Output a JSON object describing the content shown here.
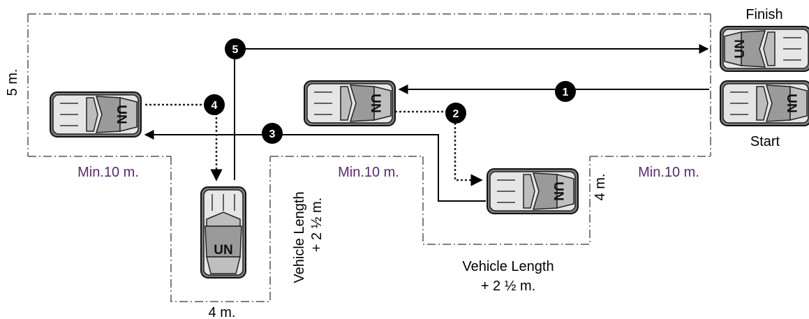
{
  "labels": {
    "finish": "Finish",
    "start": "Start",
    "width_5m": "5 m.",
    "min_10_left": "Min.10 m.",
    "min_10_mid": "Min.10 m.",
    "min_10_right": "Min.10 m.",
    "bay_width_4m": "4 m.",
    "parallel_width_4m": "4 m.",
    "vehicle_length_1": "Vehicle Length",
    "vehicle_length_2": "+ 2 ½  m.",
    "parallel_length_1": "Vehicle Length",
    "parallel_length_2": "+ 2 ½  m."
  },
  "steps": [
    "1",
    "2",
    "3",
    "4",
    "5"
  ],
  "vehicle_plate": "UN",
  "colors": {
    "line": "#000000",
    "dashed": "#444444",
    "label_purple": "#5a2a6e",
    "car_body": "#d9d9d9",
    "car_dark": "#7a7a7a"
  }
}
